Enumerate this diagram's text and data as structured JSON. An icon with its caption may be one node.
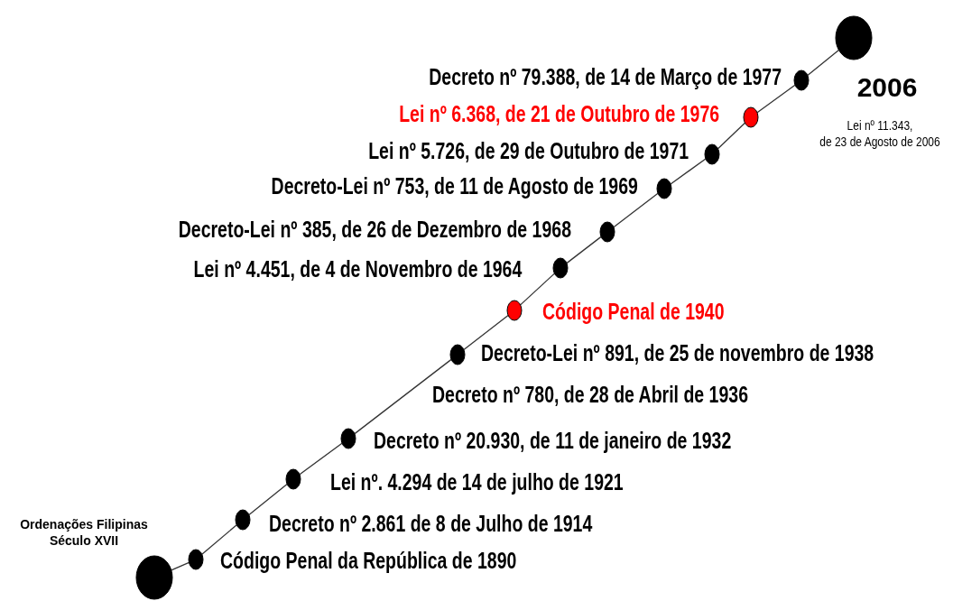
{
  "diagram": {
    "nodes": [
      {
        "text": [],
        "shape": "circle",
        "beside": [
          "Ordenações Filipinas Século XVII"
        ]
      },
      {
        "text": [],
        "shape": "circle",
        "beside": [
          "Código Penal da República de 1890"
        ]
      },
      {
        "text": [],
        "shape": "circle",
        "beside": [
          "Decreto nº 2.861 de 8 de Julho de 1914"
        ]
      },
      {
        "text": [],
        "shape": "circle",
        "beside": [
          "Lei nº. 4.294 de 14 de julho de 1921"
        ]
      },
      {
        "text": [],
        "shape": "circle",
        "beside": [
          "Decreto nº 20.930, de 11 de janeiro de 1932"
        ]
      },
      {
        "text": [],
        "shape": "circle",
        "beside": [
          "Decreto-Lei nº 891, de 25 de novembro de 1938"
        ]
      },
      {
        "text": [],
        "shape": "circle",
        "beside": [
          "Código Penal de 1940"
        ]
      },
      {
        "text": [],
        "shape": "circle",
        "beside": [
          "Lei nº 4.451, de 4 de Novembro de 1964"
        ]
      },
      {
        "text": [],
        "shape": "circle",
        "beside": [
          "Decreto-Lei nº 385, de 26 de Dezembro de 1968"
        ]
      },
      {
        "text": [],
        "shape": "circle",
        "beside": [
          "Decreto-Lei nº 753, de 11 de Agosto de 1969"
        ]
      },
      {
        "text": [],
        "shape": "circle",
        "beside": [
          "Lei nº 5.726, de 29 de Outubro de 1971"
        ]
      },
      {
        "text": [],
        "shape": "circle",
        "beside": [
          "Lei nº 6.368, de 21 de Outubro de 1976"
        ]
      },
      {
        "text": [],
        "shape": "circle",
        "beside": [
          "Decreto nº 79.388, de 14 de Março de 1977"
        ]
      },
      {
        "text": [],
        "shape": "circle",
        "beside": [
          "2006",
          "Lei nº 11.343, de 23 de Agosto de 2006"
        ]
      }
    ],
    "edges": [
      {
        "from": 0,
        "to": 1,
        "arrow": "none"
      },
      {
        "from": 1,
        "to": 2,
        "arrow": "none"
      },
      {
        "from": 2,
        "to": 3,
        "arrow": "none"
      },
      {
        "from": 3,
        "to": 4,
        "arrow": "none"
      },
      {
        "from": 4,
        "to": 5,
        "arrow": "none"
      },
      {
        "from": 5,
        "to": 6,
        "arrow": "none"
      },
      {
        "from": 6,
        "to": 7,
        "arrow": "none"
      },
      {
        "from": 7,
        "to": 8,
        "arrow": "none"
      },
      {
        "from": 8,
        "to": 9,
        "arrow": "none"
      },
      {
        "from": 9,
        "to": 10,
        "arrow": "none"
      },
      {
        "from": 10,
        "to": 11,
        "arrow": "none"
      },
      {
        "from": 11,
        "to": 12,
        "arrow": "none"
      },
      {
        "from": 12,
        "to": 13,
        "arrow": "none"
      }
    ],
    "labels": [
      "Decreto nº 780, de 28 de Abril de 1936"
    ]
  }
}
